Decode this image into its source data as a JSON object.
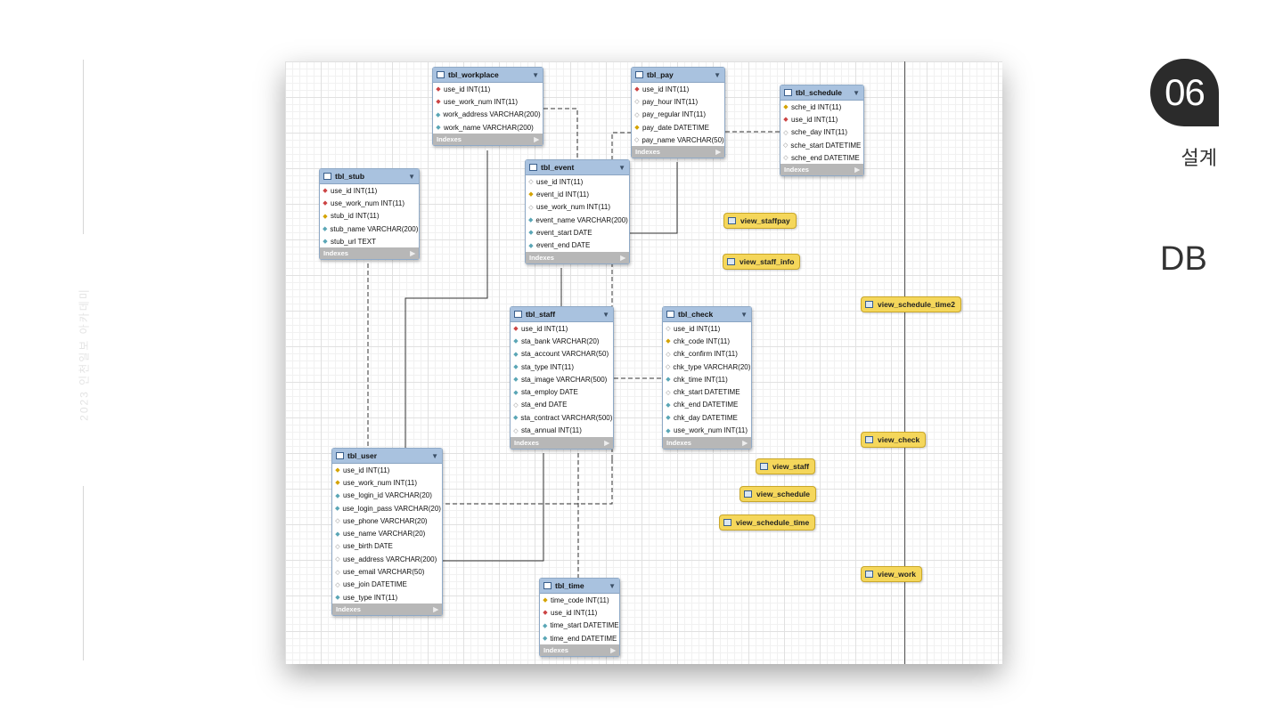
{
  "side_label": "2023 인천일보 아카데미",
  "section_number": "06",
  "section_title": "설계",
  "page_label": "DB",
  "indexes_label": "Indexes",
  "tables": [
    {
      "name": "tbl_workplace",
      "columns": [
        {
          "key": "fk",
          "text": "use_id INT(11)"
        },
        {
          "key": "fk",
          "text": "use_work_num INT(11)"
        },
        {
          "key": "col",
          "text": "work_address VARCHAR(200)"
        },
        {
          "key": "col",
          "text": "work_name VARCHAR(200)"
        }
      ]
    },
    {
      "name": "tbl_pay",
      "columns": [
        {
          "key": "fk",
          "text": "use_id INT(11)"
        },
        {
          "key": "nul",
          "text": "pay_hour INT(11)"
        },
        {
          "key": "nul",
          "text": "pay_regular INT(11)"
        },
        {
          "key": "pk",
          "text": "pay_date DATETIME"
        },
        {
          "key": "nul",
          "text": "pay_name VARCHAR(50)"
        }
      ]
    },
    {
      "name": "tbl_schedule",
      "columns": [
        {
          "key": "pk",
          "text": "sche_id INT(11)"
        },
        {
          "key": "fk",
          "text": "use_id INT(11)"
        },
        {
          "key": "nul",
          "text": "sche_day INT(11)"
        },
        {
          "key": "nul",
          "text": "sche_start DATETIME"
        },
        {
          "key": "nul",
          "text": "sche_end DATETIME"
        }
      ]
    },
    {
      "name": "tbl_stub",
      "columns": [
        {
          "key": "fk",
          "text": "use_id INT(11)"
        },
        {
          "key": "fk",
          "text": "use_work_num INT(11)"
        },
        {
          "key": "pk",
          "text": "stub_id INT(11)"
        },
        {
          "key": "col",
          "text": "stub_name VARCHAR(200)"
        },
        {
          "key": "col",
          "text": "stub_url TEXT"
        }
      ]
    },
    {
      "name": "tbl_event",
      "columns": [
        {
          "key": "nul",
          "text": "use_id INT(11)"
        },
        {
          "key": "pk",
          "text": "event_id INT(11)"
        },
        {
          "key": "nul",
          "text": "use_work_num INT(11)"
        },
        {
          "key": "col",
          "text": "event_name VARCHAR(200)"
        },
        {
          "key": "col",
          "text": "event_start DATE"
        },
        {
          "key": "col",
          "text": "event_end DATE"
        }
      ]
    },
    {
      "name": "tbl_staff",
      "columns": [
        {
          "key": "fk",
          "text": "use_id INT(11)"
        },
        {
          "key": "col",
          "text": "sta_bank VARCHAR(20)"
        },
        {
          "key": "col",
          "text": "sta_account VARCHAR(50)"
        },
        {
          "key": "col",
          "text": "sta_type INT(11)"
        },
        {
          "key": "col",
          "text": "sta_image VARCHAR(500)"
        },
        {
          "key": "col",
          "text": "sta_employ DATE"
        },
        {
          "key": "nul",
          "text": "sta_end DATE"
        },
        {
          "key": "col",
          "text": "sta_contract VARCHAR(500)"
        },
        {
          "key": "nul",
          "text": "sta_annual INT(11)"
        }
      ]
    },
    {
      "name": "tbl_check",
      "columns": [
        {
          "key": "nul",
          "text": "use_id INT(11)"
        },
        {
          "key": "pk",
          "text": "chk_code INT(11)"
        },
        {
          "key": "nul",
          "text": "chk_confirm INT(11)"
        },
        {
          "key": "nul",
          "text": "chk_type VARCHAR(20)"
        },
        {
          "key": "col",
          "text": "chk_time INT(11)"
        },
        {
          "key": "nul",
          "text": "chk_start DATETIME"
        },
        {
          "key": "col",
          "text": "chk_end DATETIME"
        },
        {
          "key": "col",
          "text": "chk_day DATETIME"
        },
        {
          "key": "col",
          "text": "use_work_num INT(11)"
        }
      ]
    },
    {
      "name": "tbl_user",
      "columns": [
        {
          "key": "pk",
          "text": "use_id INT(11)"
        },
        {
          "key": "pk",
          "text": "use_work_num INT(11)"
        },
        {
          "key": "col",
          "text": "use_login_id VARCHAR(20)"
        },
        {
          "key": "col",
          "text": "use_login_pass VARCHAR(20)"
        },
        {
          "key": "nul",
          "text": "use_phone VARCHAR(20)"
        },
        {
          "key": "col",
          "text": "use_name VARCHAR(20)"
        },
        {
          "key": "nul",
          "text": "use_birth DATE"
        },
        {
          "key": "nul",
          "text": "use_address VARCHAR(200)"
        },
        {
          "key": "nul",
          "text": "use_email VARCHAR(50)"
        },
        {
          "key": "nul",
          "text": "use_join DATETIME"
        },
        {
          "key": "col",
          "text": "use_type INT(11)"
        }
      ]
    },
    {
      "name": "tbl_time",
      "columns": [
        {
          "key": "pk",
          "text": "time_code INT(11)"
        },
        {
          "key": "fk",
          "text": "use_id INT(11)"
        },
        {
          "key": "col",
          "text": "time_start DATETIME"
        },
        {
          "key": "col",
          "text": "time_end DATETIME"
        }
      ]
    }
  ],
  "views": [
    "view_staffpay",
    "view_staff_info",
    "view_schedule_time2",
    "view_check",
    "view_staff",
    "view_schedule",
    "view_schedule_time",
    "view_work"
  ],
  "colors": {
    "table_header": "#a9c2df",
    "view_fill": "#f5d75b",
    "badge": "#2b2b2b"
  }
}
